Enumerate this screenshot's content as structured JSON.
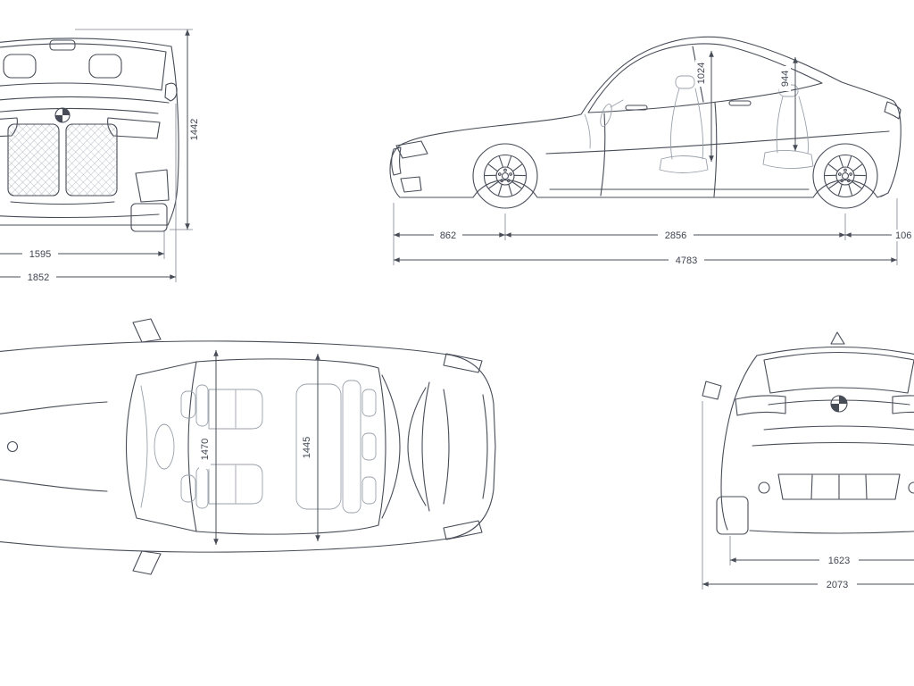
{
  "colors": {
    "line": "#474c57",
    "thin_line": "#9aa1ab",
    "dim_text": "#3f4450",
    "background": "#ffffff"
  },
  "views": {
    "front": {
      "height": "1442",
      "width_track": "1595",
      "width_overall": "1852"
    },
    "side": {
      "headroom_front": "1024",
      "headroom_rear": "944",
      "overhang_front": "862",
      "wheelbase": "2856",
      "overhang_rear": "106",
      "length": "4783"
    },
    "top": {
      "shoulder_front": "1470",
      "shoulder_rear": "1445"
    },
    "rear": {
      "track": "1623",
      "width_mirrors": "2073"
    }
  }
}
